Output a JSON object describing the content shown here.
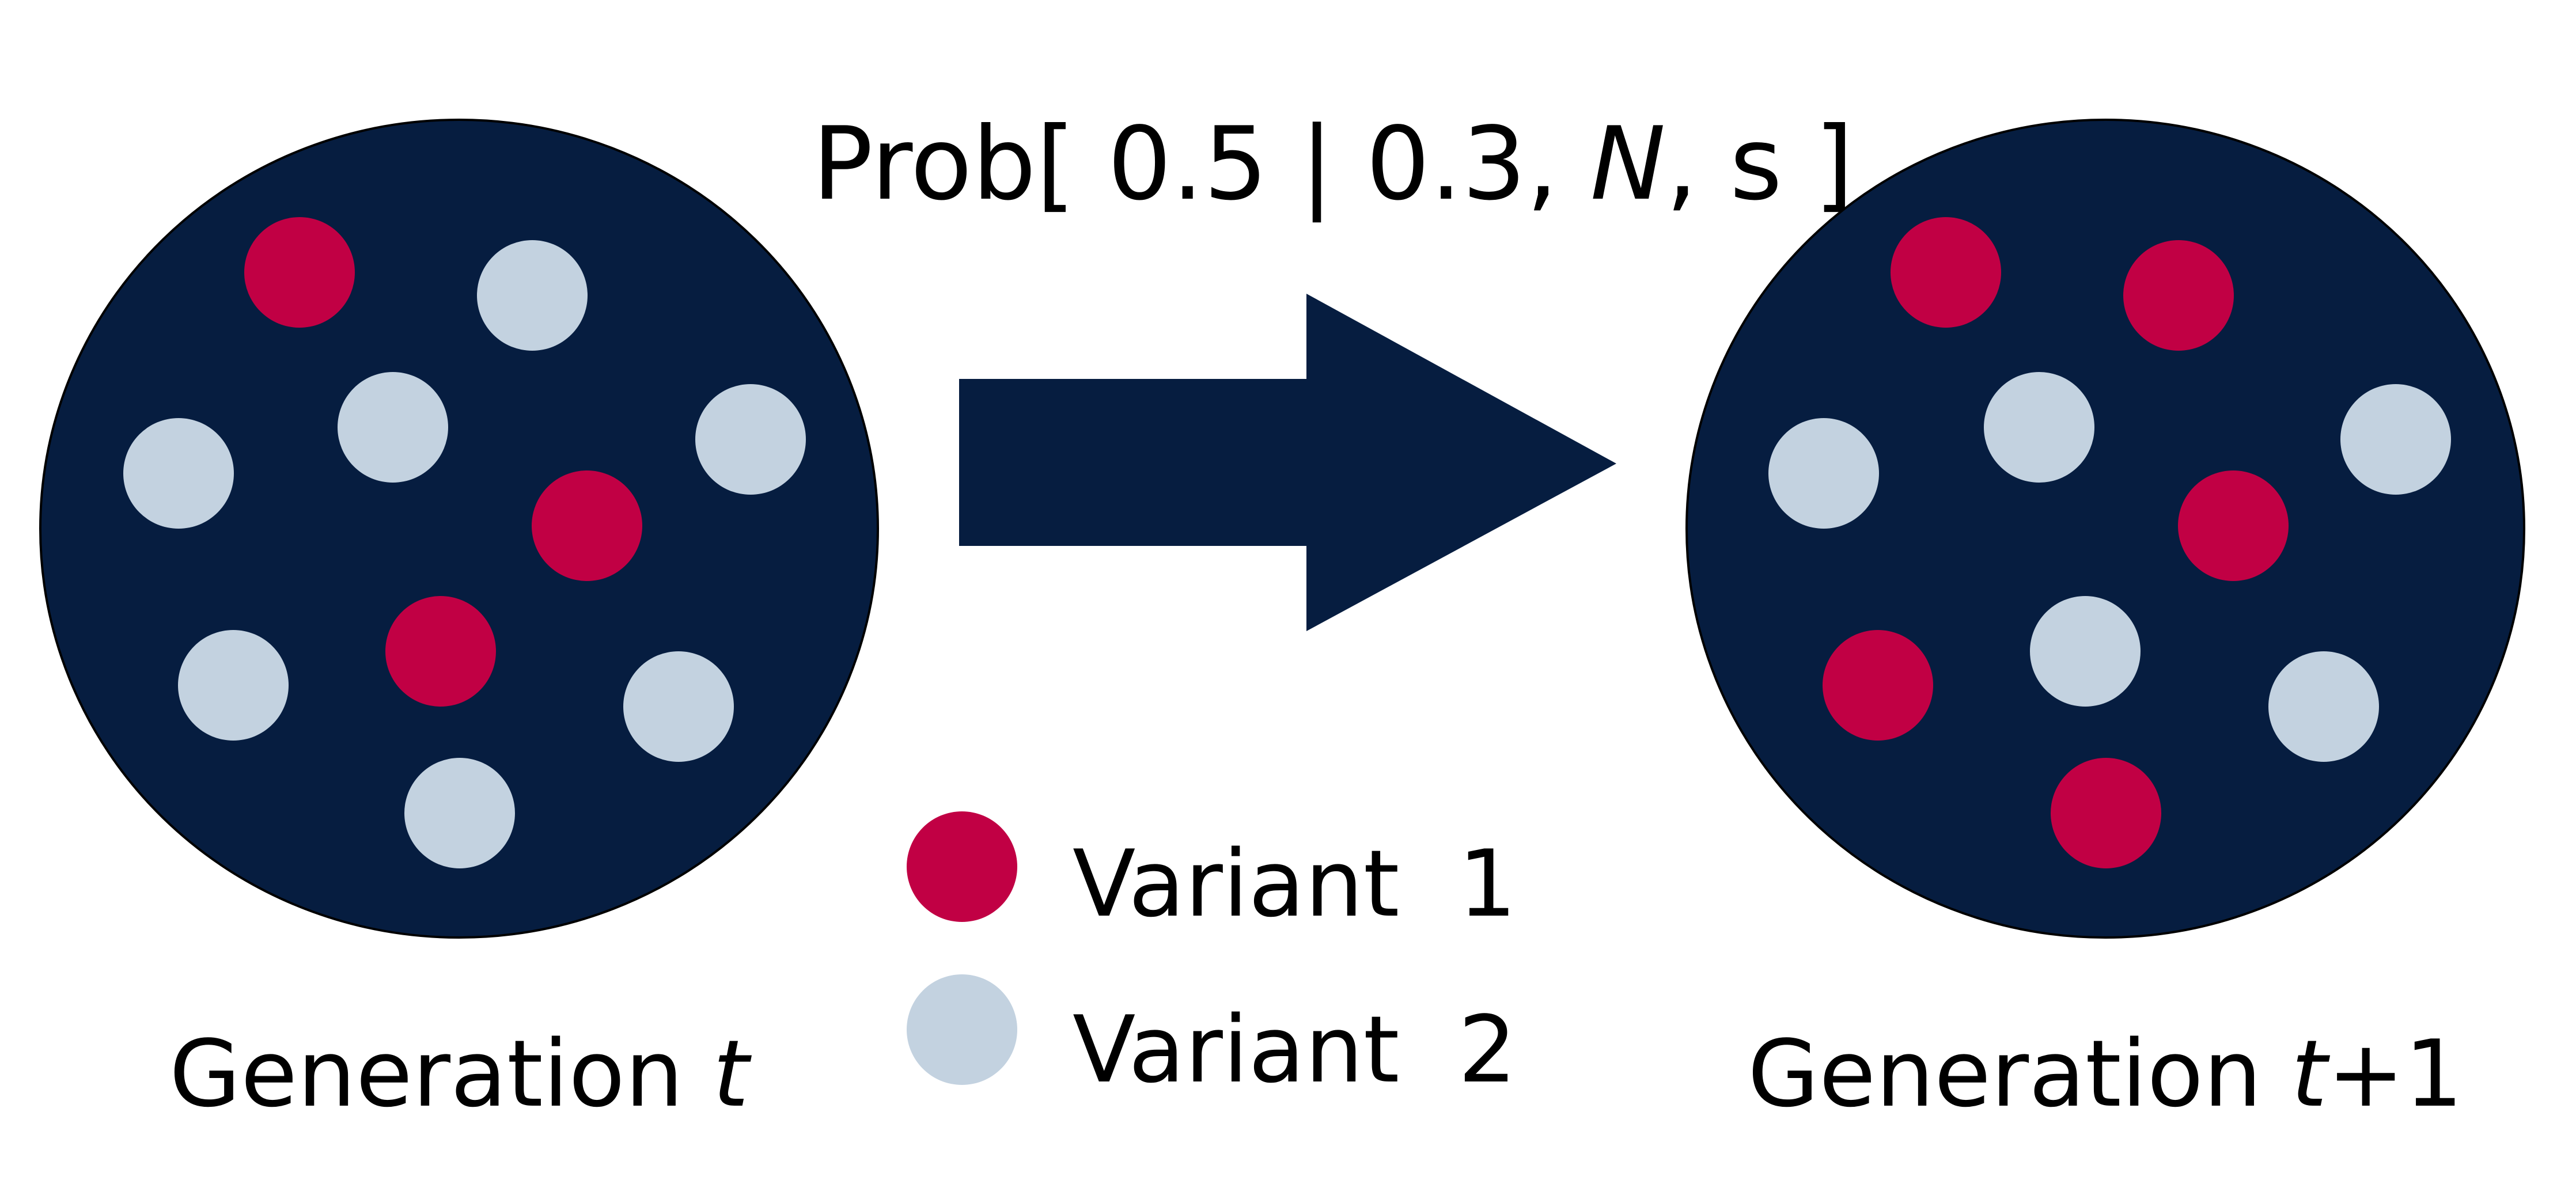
{
  "formula": {
    "prefix": "Prob[ 0.5 | 0.3, ",
    "n_symbol": "N",
    "suffix": ", s ]"
  },
  "left_population": {
    "label_text": "Generation ",
    "label_var": "t",
    "label_suffix": ""
  },
  "right_population": {
    "label_text": "Generation ",
    "label_var": "t",
    "label_suffix": "+1"
  },
  "legend": {
    "items": [
      {
        "label": "Variant  1",
        "variant": "variant1"
      },
      {
        "label": "Variant  2",
        "variant": "variant2"
      }
    ]
  },
  "colors": {
    "population_fill": "#061d40",
    "variant1": "#c10044",
    "variant2": "#c3d2e0",
    "arrow": "#061d40",
    "text": "#000000"
  }
}
